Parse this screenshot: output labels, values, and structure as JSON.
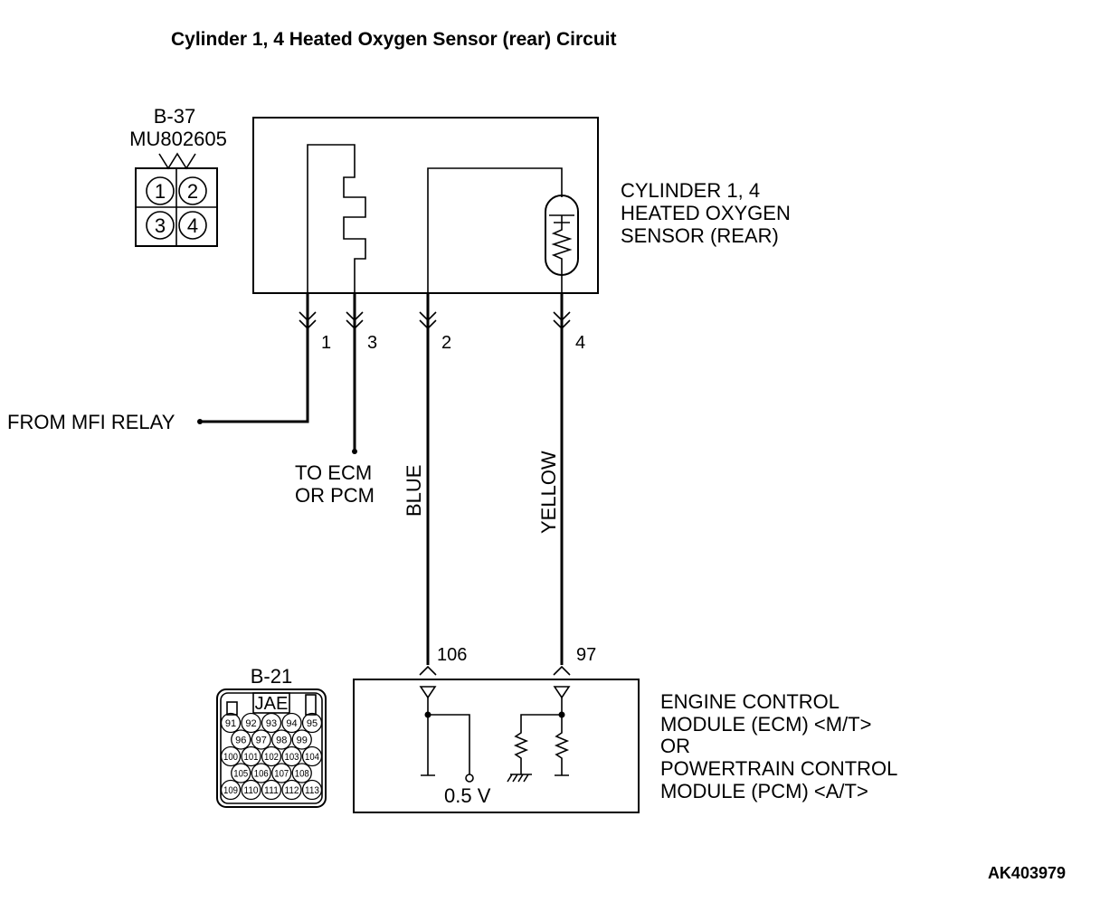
{
  "title": "Cylinder 1, 4 Heated Oxygen Sensor (rear) Circuit",
  "connector_b37": {
    "id": "B-37",
    "part_number": "MU802605",
    "pins": [
      "1",
      "2",
      "3",
      "4"
    ]
  },
  "sensor": {
    "label_lines": [
      "CYLINDER 1, 4",
      "HEATED OXYGEN",
      "SENSOR (REAR)"
    ],
    "pins": [
      "1",
      "3",
      "2",
      "4"
    ]
  },
  "from_mfi_relay": "FROM MFI RELAY",
  "to_ecm_lines": [
    "TO ECM",
    "OR PCM"
  ],
  "wire_colors": {
    "blue": "BLUE",
    "yellow": "YELLOW"
  },
  "ecm_pins": {
    "blue": "106",
    "yellow": "97"
  },
  "voltage_label": "0.5 V",
  "connector_b21": {
    "id": "B-21",
    "tag": "JAE",
    "rows": [
      [
        "91",
        "92",
        "93",
        "94",
        "95"
      ],
      [
        "96",
        "97",
        "98",
        "99"
      ],
      [
        "100",
        "101",
        "102",
        "103",
        "104"
      ],
      [
        "105",
        "106",
        "107",
        "108"
      ],
      [
        "109",
        "110",
        "111",
        "112",
        "113"
      ]
    ]
  },
  "module": {
    "label_lines": [
      "ENGINE CONTROL",
      "MODULE (ECM) <M/T>",
      "OR",
      "POWERTRAIN CONTROL",
      "MODULE (PCM) <A/T>"
    ]
  },
  "figure_code": "AK403979"
}
